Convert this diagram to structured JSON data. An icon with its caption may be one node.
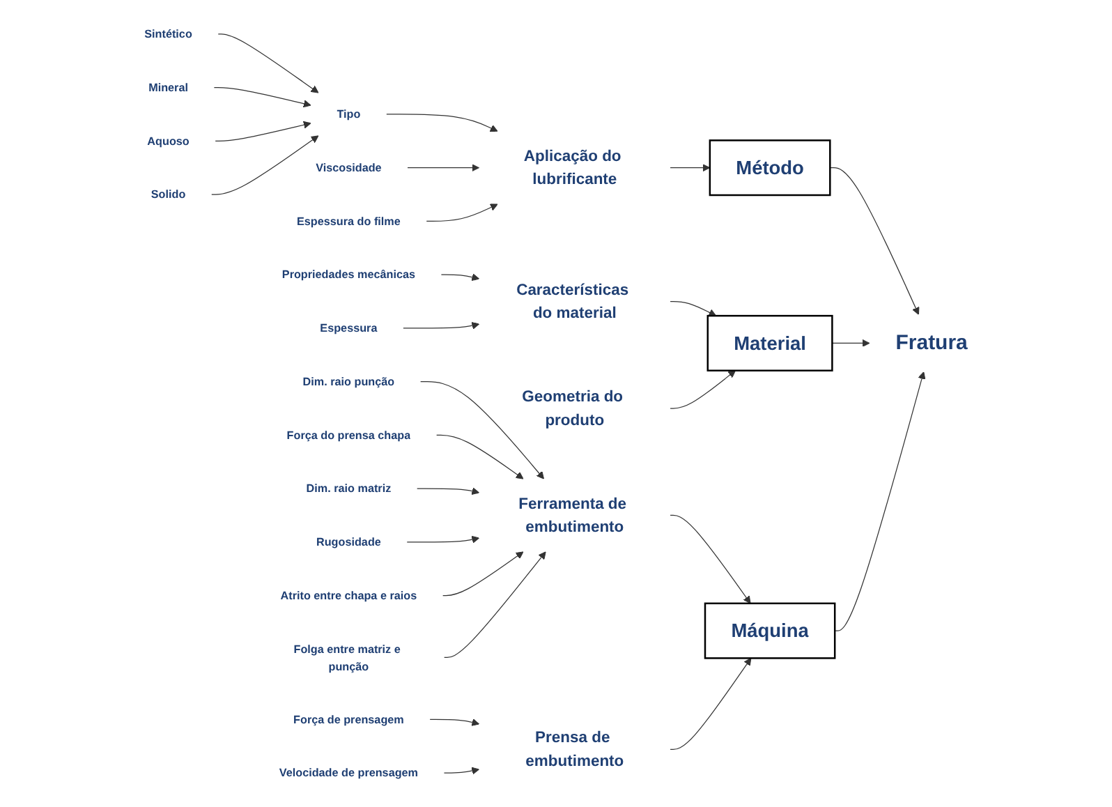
{
  "diagram": {
    "nodes": [
      {
        "text": [
          "Método"
        ]
      },
      {
        "text": [
          "Material"
        ]
      },
      {
        "text": [
          "Fratura"
        ]
      },
      {
        "text": [
          "Tipo"
        ]
      },
      {
        "text": [
          "Sintético"
        ]
      },
      {
        "text": [
          "Mineral"
        ]
      },
      {
        "text": [
          "Aquoso"
        ]
      },
      {
        "text": [
          "Solido"
        ]
      },
      {
        "text": [
          "Aplicação do lubrificante"
        ]
      },
      {
        "text": [
          "Viscosidade"
        ]
      },
      {
        "text": [
          "Espessura do filme"
        ]
      },
      {
        "text": [
          "Propriedades mecânicas"
        ]
      },
      {
        "text": [
          "Características do material"
        ]
      },
      {
        "text": [
          "Espessura"
        ]
      },
      {
        "text": [
          "Geometria do produto"
        ]
      },
      {
        "text": [
          "Dim. raio punção"
        ]
      },
      {
        "text": [
          "Força do prensa chapa"
        ]
      },
      {
        "text": [
          "Força de prensagem"
        ]
      },
      {
        "text": [
          "Prensa de embutimento"
        ]
      },
      {
        "text": [
          "Dim. raio matriz"
        ]
      },
      {
        "text": [
          "Ferramenta de embutimento"
        ]
      },
      {
        "text": [
          "Rugosidade"
        ]
      },
      {
        "text": [
          "Atrito entre chapa e raios"
        ]
      },
      {
        "text": [
          "Velocidade de prensagem"
        ]
      },
      {
        "text": [
          "Folga entre matriz e punção"
        ]
      },
      {
        "text": [
          "Máquina"
        ]
      }
    ],
    "edges": [
      {
        "from": 0,
        "to": 2,
        "arrow": "to"
      },
      {
        "from": 1,
        "to": 2,
        "arrow": "to"
      },
      {
        "from": 25,
        "to": 2,
        "arrow": "to"
      },
      {
        "from": 4,
        "to": 3,
        "arrow": "to"
      },
      {
        "from": 5,
        "to": 3,
        "arrow": "to"
      },
      {
        "from": 6,
        "to": 3,
        "arrow": "to"
      },
      {
        "from": 7,
        "to": 3,
        "arrow": "to"
      },
      {
        "from": 3,
        "to": 8,
        "arrow": "to"
      },
      {
        "from": 9,
        "to": 8,
        "arrow": "to"
      },
      {
        "from": 10,
        "to": 8,
        "arrow": "to"
      },
      {
        "from": 8,
        "to": 0,
        "arrow": "to"
      },
      {
        "from": 11,
        "to": 12,
        "arrow": "to"
      },
      {
        "from": 13,
        "to": 12,
        "arrow": "to"
      },
      {
        "from": 12,
        "to": 1,
        "arrow": "to"
      },
      {
        "from": 14,
        "to": 1,
        "arrow": "to"
      },
      {
        "from": 15,
        "to": 20,
        "arrow": "to"
      },
      {
        "from": 16,
        "to": 20,
        "arrow": "to"
      },
      {
        "from": 19,
        "to": 20,
        "arrow": "to"
      },
      {
        "from": 21,
        "to": 20,
        "arrow": "to"
      },
      {
        "from": 22,
        "to": 20,
        "arrow": "to"
      },
      {
        "from": 24,
        "to": 20,
        "arrow": "to"
      },
      {
        "from": 20,
        "to": 25,
        "arrow": "to"
      },
      {
        "from": 17,
        "to": 18,
        "arrow": "to"
      },
      {
        "from": 23,
        "to": 18,
        "arrow": "to"
      },
      {
        "from": 18,
        "to": 25,
        "arrow": "to"
      }
    ]
  }
}
